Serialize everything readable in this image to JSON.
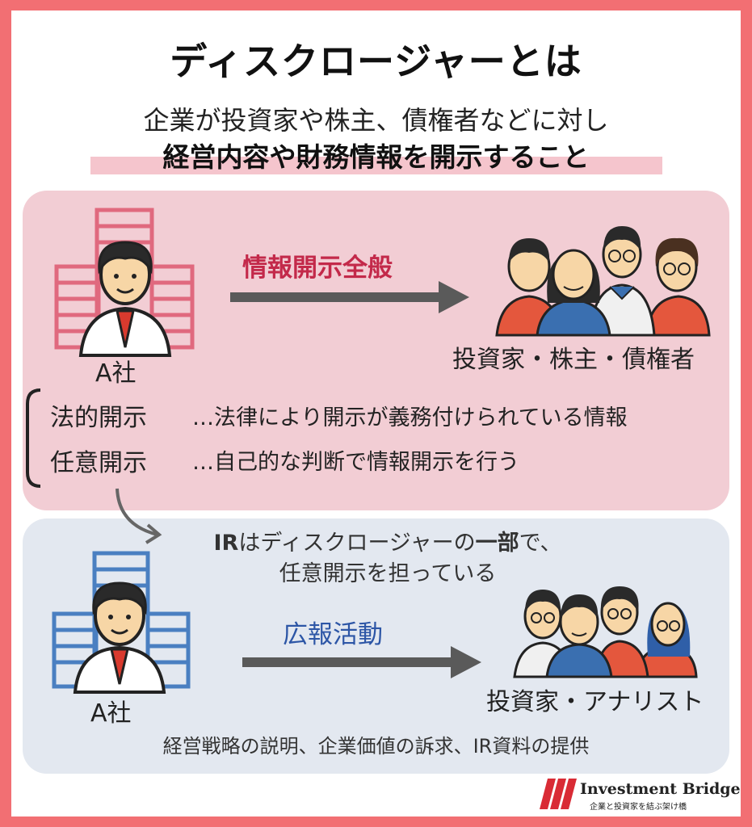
{
  "title": "ディスクロージャーとは",
  "subtitle_line1": "企業が投資家や株主、債権者などに対し",
  "subtitle_line2": "経営内容や財務情報を開示すること",
  "top_panel": {
    "arrow_label": "情報開示全般",
    "company_label": "A社",
    "audience_label": "投資家・株主・債権者",
    "legal_term": "法的開示",
    "legal_desc": "…法律により開示が義務付けられている情報",
    "voluntary_term": "任意開示",
    "voluntary_desc": "…自己的な判断で情報開示を行う"
  },
  "ir_note": {
    "line1_a": "IR",
    "line1_b": "はディスクロージャーの",
    "line1_c": "一部",
    "line1_d": "で、",
    "line2": "任意開示を担っている"
  },
  "bottom_panel": {
    "arrow_label": "広報活動",
    "company_label": "A社",
    "audience_label": "投資家・アナリスト",
    "footer_text": "経営戦略の説明、企業価値の訴求、IR資料の提供"
  },
  "brand": {
    "name": "Investment Bridge",
    "tagline": "企業と投資家を結ぶ架け橋"
  },
  "colors": {
    "background": "#f26f73",
    "top_panel": "#f2cdd4",
    "bottom_panel": "#e3e8f0",
    "accent_red": "#c3294a",
    "accent_blue": "#2d56a6"
  }
}
